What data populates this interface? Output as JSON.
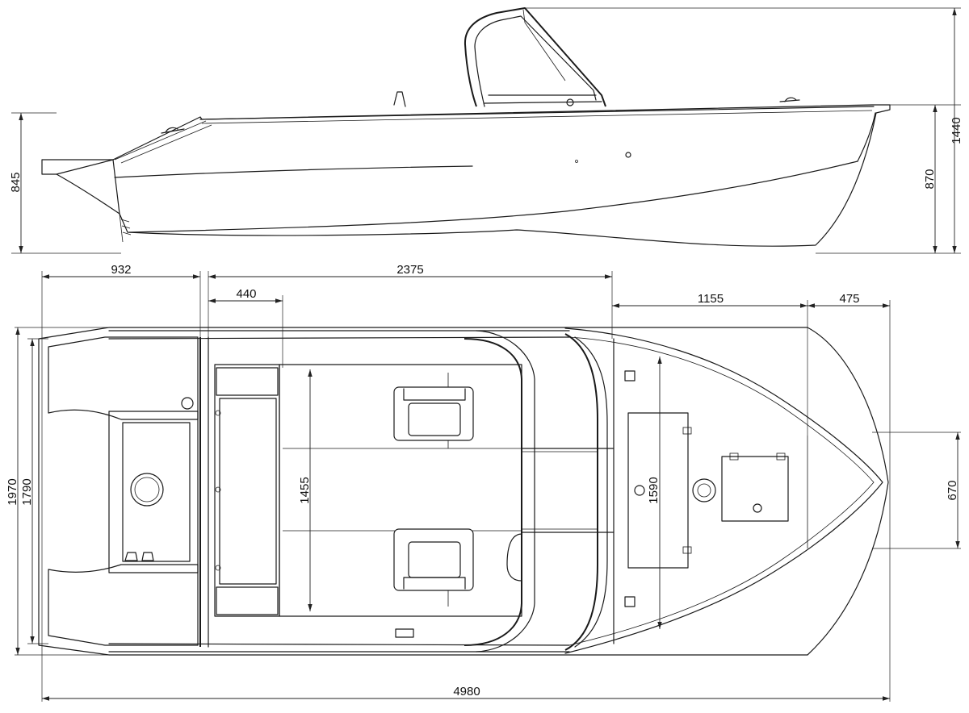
{
  "dimensions": {
    "side_height_overall": "1440",
    "side_height_bow": "870",
    "side_height_stern": "845",
    "top_width_overall": "1970",
    "top_width_inner": "1790",
    "stern_section_length": "932",
    "cockpit_length": "2375",
    "rear_bench_length": "440",
    "bench_span_width": "1455",
    "bow_deck_length": "1155",
    "bow_tip_length": "475",
    "bow_deck_width": "1590",
    "bow_tip_width": "670",
    "overall_length": "4980"
  }
}
